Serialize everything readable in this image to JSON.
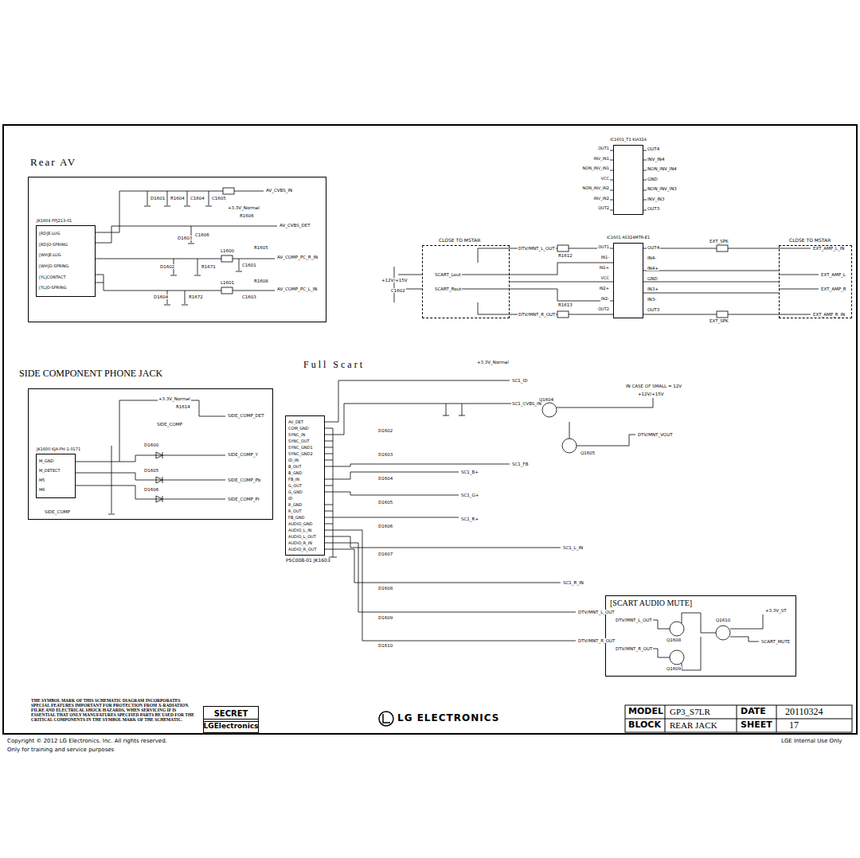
{
  "diagram": {
    "nodes": [
      {
        "text": [
          "Rear AV"
        ]
      },
      {
        "text": [
          "JK1604 PPJ213-01",
          "[RD]E-LUG",
          "[RD]O-SPRING",
          "[WH]E-LUG",
          "[WH]O-SPRING",
          "[YL]CONTACT",
          "[YL]O-SPRING"
        ],
        "in": 0
      },
      {
        "text": [
          "SIDE COMPONENT PHONE JACK"
        ]
      },
      {
        "text": [
          "JK1600 KJA-PH-1-0171",
          "M_GND",
          "M_DETECT",
          "M5",
          "M6"
        ],
        "in": 2
      },
      {
        "text": [
          "IC1601_T1 KIA324"
        ]
      },
      {
        "text": [
          "IC1601 AS324MTR-E1"
        ]
      },
      {
        "text": [
          "CLOSE TO MSTAR"
        ]
      },
      {
        "text": [
          "CLOSE TO MSTAR"
        ]
      },
      {
        "text": [
          "P5C008-01 JK1603",
          "AV_DET",
          "COM_GND",
          "SYNC_IN",
          "SYNC_OUT",
          "SYNC_GND1",
          "SYNC_GND2",
          "ID_IN",
          "B_OUT",
          "B_GND",
          "FB_IN",
          "G_OUT",
          "G_GND",
          "ID",
          "R_GND",
          "R_OUT",
          "FB_GND",
          "AUDIO_GND",
          "AUDIO_L_IN",
          "AUDIO_L_OUT",
          "AUDIO_R_IN",
          "AUDIO_R_OUT"
        ]
      },
      {
        "text": [
          "[SCART AUDIO MUTE]"
        ]
      },
      {
        "text": [
          "SECRET"
        ]
      },
      {
        "text": [
          "LGElectronics"
        ]
      }
    ],
    "edges": [
      {
        "from": 6,
        "to": 5,
        "arrow": "none"
      },
      {
        "from": 5,
        "to": 7,
        "arrow": "none"
      }
    ],
    "labels": [
      "AV_CVBS_IN",
      "AV_CVBS_DET",
      "AV_COMP_PC_R_IN",
      "AV_COMP_PC_L_IN",
      "+3.3V_Normal",
      "D1601",
      "R1604",
      "C1604",
      "C1605",
      "R1606",
      "D1603",
      "C1606",
      "R1605",
      "L1600",
      "C1601",
      "D1602",
      "R1671",
      "L1601",
      "R1608",
      "D1604",
      "R1672",
      "C1603",
      "+3.3V_Normal",
      "R1614",
      "SIDE_COMP",
      "SIDE_COMP_DET",
      "SIDE_COMP_Y",
      "SIDE_COMP_Pb",
      "SIDE_COMP_Pr",
      "SIDE_COMP",
      "D1600",
      "D1605",
      "D1606",
      "OUT1",
      "INV_IN1",
      "NON_INV_IN1",
      "VCC",
      "NON_INV_IN2",
      "INV_IN2",
      "OUT2",
      "OUT4",
      "INV_IN4",
      "NON_INV_IN4",
      "GND",
      "NON_INV_IN3",
      "INV_IN3",
      "OUT3",
      "OUT1",
      "IN1-",
      "IN1+",
      "VCC",
      "IN2+",
      "IN2-",
      "OUT2",
      "OUT4",
      "IN4-",
      "IN4+",
      "GND",
      "IN3+",
      "IN3-",
      "OUT3",
      "DTV/MNT_L_OUT",
      "SCART_Lout",
      "SCART_Rout",
      "DTV/MNT_R_OUT",
      "+12V/+15V",
      "C1602",
      "EXT_AMP_L_IN",
      "EXT_AMP_L",
      "EXT_AMP_R",
      "EXT_AMP_R_IN",
      "EXT_SPK",
      "EXT_SPK",
      "R1612",
      "R1613",
      "Full Scart",
      "+3.3V_Normal",
      "SC1_ID",
      "SC1_CVBS_IN",
      "IN CASE OF SMALL = 12V",
      "+12V/+15V",
      "Q1604",
      "Q1605",
      "DTV/MNT_VOUT",
      "SC1_FB",
      "SC1_B+",
      "SC1_G+",
      "SC1_R+",
      "SC1_L_IN",
      "SC1_R_IN",
      "DTV/MNT_L_OUT",
      "DTV/MNT_R_OUT",
      "D1602",
      "D1603",
      "D1604",
      "D1605",
      "D1606",
      "D1607",
      "D1608",
      "D1609",
      "D1610",
      "DTV/MNT_L_OUT",
      "DTV/MNT_R_OUT",
      "Q1608",
      "Q1609",
      "Q1610",
      "+3.3V_ST",
      "SCART_MUTE",
      "THE SYMBOL MARK OF THIS SCHEMATIC DIAGRAM INCORPORATES SPECIAL FEATURES IMPORTANT FOR PROTECTION FROM X-RADIATION. FILRE AND ELECTRICAL SHOCK HAZARDS, WHEN SERVICING IF IS ESSENTIAL THAT ONLY MANUFATURES SPECFIED PARTS BE USED FOR THE CRITICAL COMPONENTS IN THE SYMBOL MARK OF THE SCHEMATIC.",
      "LG ELECTRONICS",
      "MODEL",
      "GP3_S7LR",
      "DATE",
      "20110324",
      "BLOCK",
      "REAR JACK",
      "SHEET",
      "17",
      "Copyright © 2012 LG Electronics. Inc. All rights reserved.",
      "Only for training and service purposes",
      "LGE Internal Use Only"
    ]
  }
}
